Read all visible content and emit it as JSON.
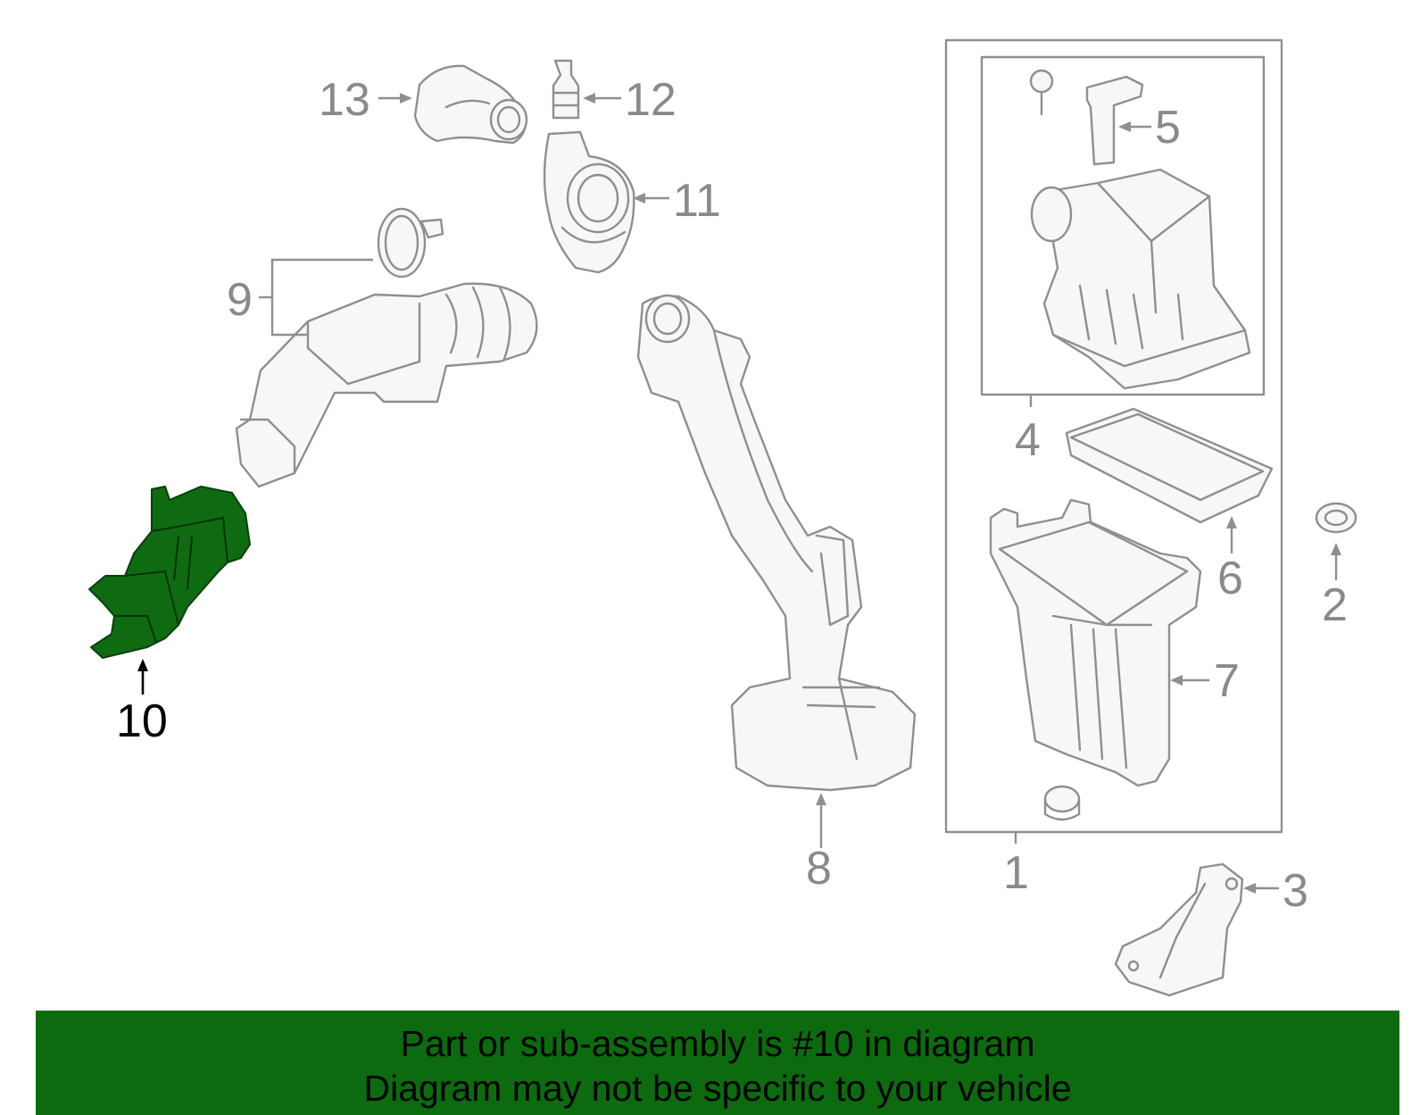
{
  "diagram": {
    "highlighted_part": "10",
    "highlight_color": "#0f6b12",
    "line_color": "#8f8f8f",
    "callouts": [
      {
        "id": "c1",
        "label": "1"
      },
      {
        "id": "c2",
        "label": "2"
      },
      {
        "id": "c3",
        "label": "3"
      },
      {
        "id": "c4",
        "label": "4"
      },
      {
        "id": "c5",
        "label": "5"
      },
      {
        "id": "c6",
        "label": "6"
      },
      {
        "id": "c7",
        "label": "7"
      },
      {
        "id": "c8",
        "label": "8"
      },
      {
        "id": "c9",
        "label": "9"
      },
      {
        "id": "c10",
        "label": "10"
      },
      {
        "id": "c11",
        "label": "11"
      },
      {
        "id": "c12",
        "label": "12"
      },
      {
        "id": "c13",
        "label": "13"
      }
    ]
  },
  "banner": {
    "line1": "Part or sub-assembly is #10 in diagram",
    "line2": "Diagram may not be specific to your vehicle",
    "background": "#0c6b0f"
  }
}
